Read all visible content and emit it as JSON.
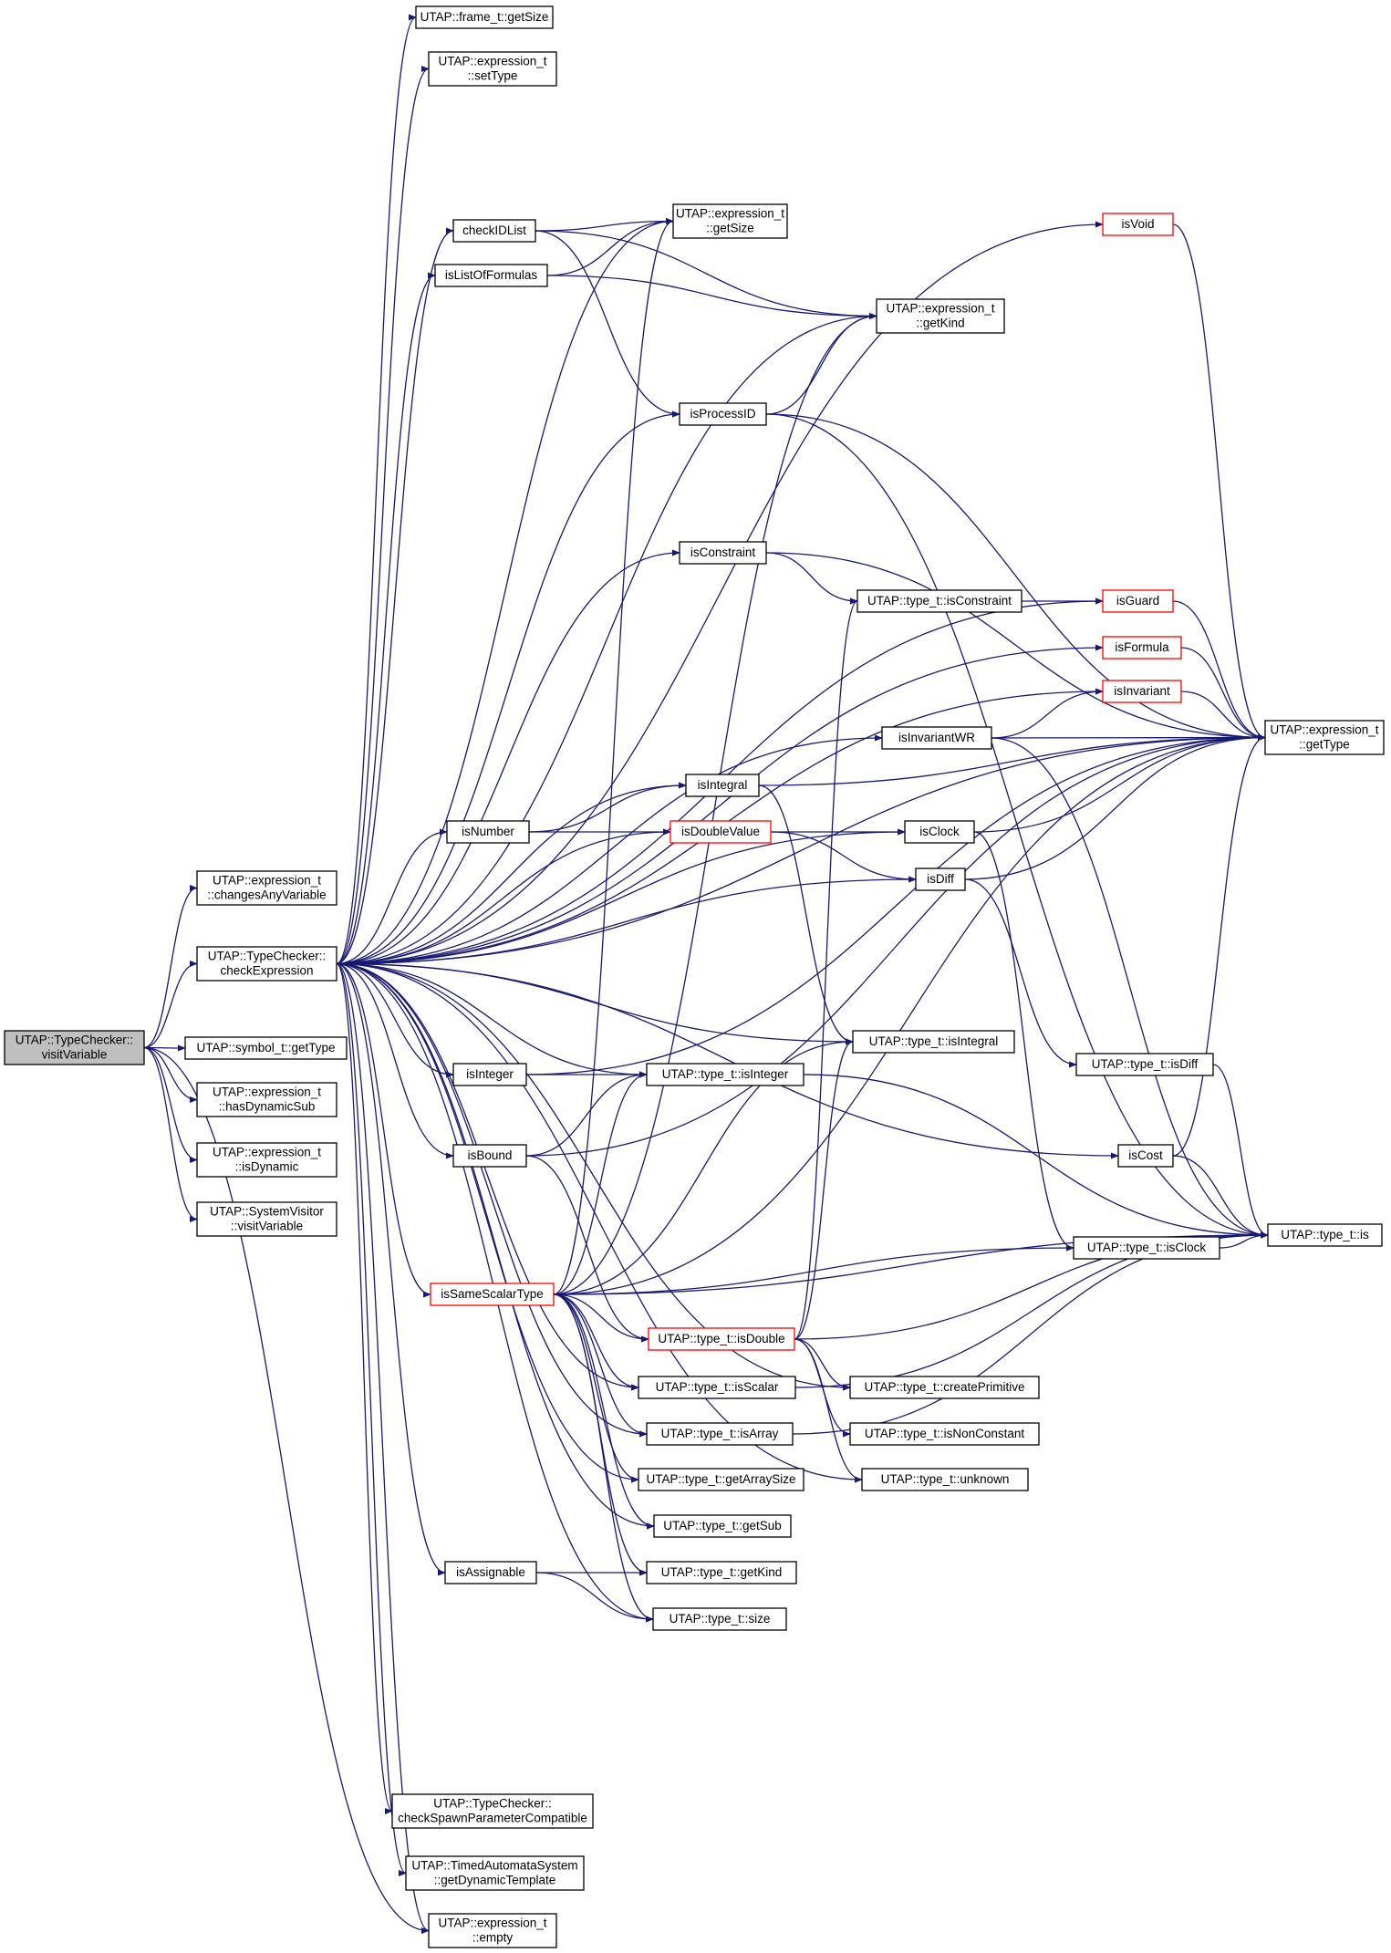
{
  "graph": {
    "nodes": [
      {
        "id": "visitVariable",
        "lines": [
          "UTAP::TypeChecker::",
          "visitVariable"
        ],
        "style": "root"
      },
      {
        "id": "changesAnyVariable",
        "lines": [
          "UTAP::expression_t",
          "::changesAnyVariable"
        ],
        "style": "normal"
      },
      {
        "id": "checkExpression",
        "lines": [
          "UTAP::TypeChecker::",
          "checkExpression"
        ],
        "style": "normal"
      },
      {
        "id": "symbol_getType",
        "lines": [
          "UTAP::symbol_t::getType"
        ],
        "style": "normal"
      },
      {
        "id": "hasDynamicSub",
        "lines": [
          "UTAP::expression_t",
          "::hasDynamicSub"
        ],
        "style": "normal"
      },
      {
        "id": "isDynamic",
        "lines": [
          "UTAP::expression_t",
          "::isDynamic"
        ],
        "style": "normal"
      },
      {
        "id": "SV_visitVariable",
        "lines": [
          "UTAP::SystemVisitor",
          "::visitVariable"
        ],
        "style": "normal"
      },
      {
        "id": "frame_getSize",
        "lines": [
          "UTAP::frame_t::getSize"
        ],
        "style": "normal"
      },
      {
        "id": "setType",
        "lines": [
          "UTAP::expression_t",
          "::setType"
        ],
        "style": "normal"
      },
      {
        "id": "checkIDList",
        "lines": [
          "checkIDList"
        ],
        "style": "normal"
      },
      {
        "id": "isListOfFormulas",
        "lines": [
          "isListOfFormulas"
        ],
        "style": "normal"
      },
      {
        "id": "expr_getSize",
        "lines": [
          "UTAP::expression_t",
          "::getSize"
        ],
        "style": "normal"
      },
      {
        "id": "expr_getKind",
        "lines": [
          "UTAP::expression_t",
          "::getKind"
        ],
        "style": "normal"
      },
      {
        "id": "isProcessID",
        "lines": [
          "isProcessID"
        ],
        "style": "normal"
      },
      {
        "id": "isVoid",
        "lines": [
          "isVoid"
        ],
        "style": "red"
      },
      {
        "id": "isConstraint",
        "lines": [
          "isConstraint"
        ],
        "style": "normal"
      },
      {
        "id": "type_isConstraint",
        "lines": [
          "UTAP::type_t::isConstraint"
        ],
        "style": "normal"
      },
      {
        "id": "isGuard",
        "lines": [
          "isGuard"
        ],
        "style": "red"
      },
      {
        "id": "isFormula",
        "lines": [
          "isFormula"
        ],
        "style": "red"
      },
      {
        "id": "isInvariant",
        "lines": [
          "isInvariant"
        ],
        "style": "red"
      },
      {
        "id": "isInvariantWR",
        "lines": [
          "isInvariantWR"
        ],
        "style": "normal"
      },
      {
        "id": "expr_getType",
        "lines": [
          "UTAP::expression_t",
          "::getType"
        ],
        "style": "normal"
      },
      {
        "id": "isIntegral",
        "lines": [
          "isIntegral"
        ],
        "style": "normal"
      },
      {
        "id": "isNumber",
        "lines": [
          "isNumber"
        ],
        "style": "normal"
      },
      {
        "id": "isDoubleValue",
        "lines": [
          "isDoubleValue"
        ],
        "style": "red"
      },
      {
        "id": "isClock",
        "lines": [
          "isClock"
        ],
        "style": "normal"
      },
      {
        "id": "isDiff",
        "lines": [
          "isDiff"
        ],
        "style": "normal"
      },
      {
        "id": "type_isIntegral",
        "lines": [
          "UTAP::type_t::isIntegral"
        ],
        "style": "normal"
      },
      {
        "id": "isInteger",
        "lines": [
          "isInteger"
        ],
        "style": "normal"
      },
      {
        "id": "type_isInteger",
        "lines": [
          "UTAP::type_t::isInteger"
        ],
        "style": "normal"
      },
      {
        "id": "type_isDiff",
        "lines": [
          "UTAP::type_t::isDiff"
        ],
        "style": "normal"
      },
      {
        "id": "isBound",
        "lines": [
          "isBound"
        ],
        "style": "normal"
      },
      {
        "id": "isCost",
        "lines": [
          "isCost"
        ],
        "style": "normal"
      },
      {
        "id": "type_isClock",
        "lines": [
          "UTAP::type_t::isClock"
        ],
        "style": "normal"
      },
      {
        "id": "type_is",
        "lines": [
          "UTAP::type_t::is"
        ],
        "style": "normal"
      },
      {
        "id": "isSameScalarType",
        "lines": [
          "isSameScalarType"
        ],
        "style": "red"
      },
      {
        "id": "type_isDouble",
        "lines": [
          "UTAP::type_t::isDouble"
        ],
        "style": "red"
      },
      {
        "id": "type_isScalar",
        "lines": [
          "UTAP::type_t::isScalar"
        ],
        "style": "normal"
      },
      {
        "id": "type_createPrimitive",
        "lines": [
          "UTAP::type_t::createPrimitive"
        ],
        "style": "normal"
      },
      {
        "id": "type_isArray",
        "lines": [
          "UTAP::type_t::isArray"
        ],
        "style": "normal"
      },
      {
        "id": "type_isNonConstant",
        "lines": [
          "UTAP::type_t::isNonConstant"
        ],
        "style": "normal"
      },
      {
        "id": "type_unknown",
        "lines": [
          "UTAP::type_t::unknown"
        ],
        "style": "normal"
      },
      {
        "id": "type_getArraySize",
        "lines": [
          "UTAP::type_t::getArraySize"
        ],
        "style": "normal"
      },
      {
        "id": "type_getSub",
        "lines": [
          "UTAP::type_t::getSub"
        ],
        "style": "normal"
      },
      {
        "id": "isAssignable",
        "lines": [
          "isAssignable"
        ],
        "style": "normal"
      },
      {
        "id": "type_getKind",
        "lines": [
          "UTAP::type_t::getKind"
        ],
        "style": "normal"
      },
      {
        "id": "type_size",
        "lines": [
          "UTAP::type_t::size"
        ],
        "style": "normal"
      },
      {
        "id": "checkSpawnParameterCompatible",
        "lines": [
          "UTAP::TypeChecker::",
          "checkSpawnParameterCompatible"
        ],
        "style": "normal"
      },
      {
        "id": "getDynamicTemplate",
        "lines": [
          "UTAP::TimedAutomataSystem",
          "::getDynamicTemplate"
        ],
        "style": "normal"
      },
      {
        "id": "expr_empty",
        "lines": [
          "UTAP::expression_t",
          "::empty"
        ],
        "style": "normal"
      }
    ],
    "edges": [
      [
        "visitVariable",
        "changesAnyVariable"
      ],
      [
        "visitVariable",
        "checkExpression"
      ],
      [
        "visitVariable",
        "symbol_getType"
      ],
      [
        "visitVariable",
        "hasDynamicSub"
      ],
      [
        "visitVariable",
        "isDynamic"
      ],
      [
        "visitVariable",
        "SV_visitVariable"
      ],
      [
        "visitVariable",
        "expr_empty"
      ],
      [
        "checkExpression",
        "frame_getSize"
      ],
      [
        "checkExpression",
        "setType"
      ],
      [
        "checkExpression",
        "checkIDList"
      ],
      [
        "checkExpression",
        "isListOfFormulas"
      ],
      [
        "checkExpression",
        "expr_getSize"
      ],
      [
        "checkExpression",
        "expr_getKind"
      ],
      [
        "checkExpression",
        "isProcessID"
      ],
      [
        "checkExpression",
        "isVoid"
      ],
      [
        "checkExpression",
        "isConstraint"
      ],
      [
        "checkExpression",
        "isGuard"
      ],
      [
        "checkExpression",
        "isFormula"
      ],
      [
        "checkExpression",
        "isInvariant"
      ],
      [
        "checkExpression",
        "isInvariantWR"
      ],
      [
        "checkExpression",
        "expr_getType"
      ],
      [
        "checkExpression",
        "isIntegral"
      ],
      [
        "checkExpression",
        "isNumber"
      ],
      [
        "checkExpression",
        "isDoubleValue"
      ],
      [
        "checkExpression",
        "isClock"
      ],
      [
        "checkExpression",
        "isDiff"
      ],
      [
        "checkExpression",
        "type_isIntegral"
      ],
      [
        "checkExpression",
        "isInteger"
      ],
      [
        "checkExpression",
        "type_isInteger"
      ],
      [
        "checkExpression",
        "isBound"
      ],
      [
        "checkExpression",
        "isCost"
      ],
      [
        "checkExpression",
        "isSameScalarType"
      ],
      [
        "checkExpression",
        "type_isScalar"
      ],
      [
        "checkExpression",
        "type_isArray"
      ],
      [
        "checkExpression",
        "type_getArraySize"
      ],
      [
        "checkExpression",
        "type_getSub"
      ],
      [
        "checkExpression",
        "isAssignable"
      ],
      [
        "checkExpression",
        "type_size"
      ],
      [
        "checkExpression",
        "type_createPrimitive"
      ],
      [
        "checkExpression",
        "type_unknown"
      ],
      [
        "checkExpression",
        "checkSpawnParameterCompatible"
      ],
      [
        "checkExpression",
        "getDynamicTemplate"
      ],
      [
        "checkExpression",
        "expr_empty"
      ],
      [
        "checkIDList",
        "expr_getSize"
      ],
      [
        "checkIDList",
        "expr_getKind"
      ],
      [
        "checkIDList",
        "isProcessID"
      ],
      [
        "isListOfFormulas",
        "expr_getSize"
      ],
      [
        "isListOfFormulas",
        "expr_getKind"
      ],
      [
        "isProcessID",
        "expr_getKind"
      ],
      [
        "isProcessID",
        "expr_getType"
      ],
      [
        "isProcessID",
        "type_is"
      ],
      [
        "isVoid",
        "expr_getType"
      ],
      [
        "isConstraint",
        "expr_getType"
      ],
      [
        "isConstraint",
        "type_isConstraint"
      ],
      [
        "type_isConstraint",
        "isGuard"
      ],
      [
        "isGuard",
        "expr_getType"
      ],
      [
        "isFormula",
        "expr_getType"
      ],
      [
        "isInvariant",
        "expr_getType"
      ],
      [
        "isInvariantWR",
        "isInvariant"
      ],
      [
        "isInvariantWR",
        "expr_getType"
      ],
      [
        "isInvariantWR",
        "type_is"
      ],
      [
        "isIntegral",
        "expr_getType"
      ],
      [
        "isIntegral",
        "type_isIntegral"
      ],
      [
        "isNumber",
        "isIntegral"
      ],
      [
        "isNumber",
        "isDoubleValue"
      ],
      [
        "isDoubleValue",
        "isClock"
      ],
      [
        "isDoubleValue",
        "isDiff"
      ],
      [
        "isClock",
        "expr_getType"
      ],
      [
        "isClock",
        "type_isClock"
      ],
      [
        "isDiff",
        "expr_getType"
      ],
      [
        "isDiff",
        "type_isDiff"
      ],
      [
        "isInteger",
        "expr_getType"
      ],
      [
        "isInteger",
        "type_isInteger"
      ],
      [
        "type_isInteger",
        "type_is"
      ],
      [
        "type_isDiff",
        "type_is"
      ],
      [
        "isBound",
        "expr_getType"
      ],
      [
        "isBound",
        "type_isInteger"
      ],
      [
        "isBound",
        "type_isDouble"
      ],
      [
        "isCost",
        "expr_getType"
      ],
      [
        "isCost",
        "type_is"
      ],
      [
        "type_isClock",
        "type_is"
      ],
      [
        "isSameScalarType",
        "expr_getSize"
      ],
      [
        "isSameScalarType",
        "expr_getKind"
      ],
      [
        "isSameScalarType",
        "expr_getType"
      ],
      [
        "isSameScalarType",
        "type_isIntegral"
      ],
      [
        "isSameScalarType",
        "type_isInteger"
      ],
      [
        "isSameScalarType",
        "type_isClock"
      ],
      [
        "isSameScalarType",
        "type_is"
      ],
      [
        "isSameScalarType",
        "type_isDouble"
      ],
      [
        "isSameScalarType",
        "type_isScalar"
      ],
      [
        "isSameScalarType",
        "type_isArray"
      ],
      [
        "isSameScalarType",
        "type_getArraySize"
      ],
      [
        "isSameScalarType",
        "type_getSub"
      ],
      [
        "isSameScalarType",
        "type_getKind"
      ],
      [
        "isSameScalarType",
        "type_size"
      ],
      [
        "type_isDouble",
        "type_isConstraint"
      ],
      [
        "type_isDouble",
        "type_isIntegral"
      ],
      [
        "type_isDouble",
        "type_is"
      ],
      [
        "type_isDouble",
        "type_createPrimitive"
      ],
      [
        "type_isDouble",
        "type_isNonConstant"
      ],
      [
        "type_isDouble",
        "type_unknown"
      ],
      [
        "type_isScalar",
        "type_is"
      ],
      [
        "type_isArray",
        "type_is"
      ],
      [
        "isAssignable",
        "type_getKind"
      ],
      [
        "isAssignable",
        "type_size"
      ]
    ]
  },
  "colors": {
    "edge": "#191970",
    "node_border": "#000000",
    "node_border_red": "#ff0000",
    "root_fill": "#bfbfbf",
    "node_fill": "#ffffff"
  }
}
